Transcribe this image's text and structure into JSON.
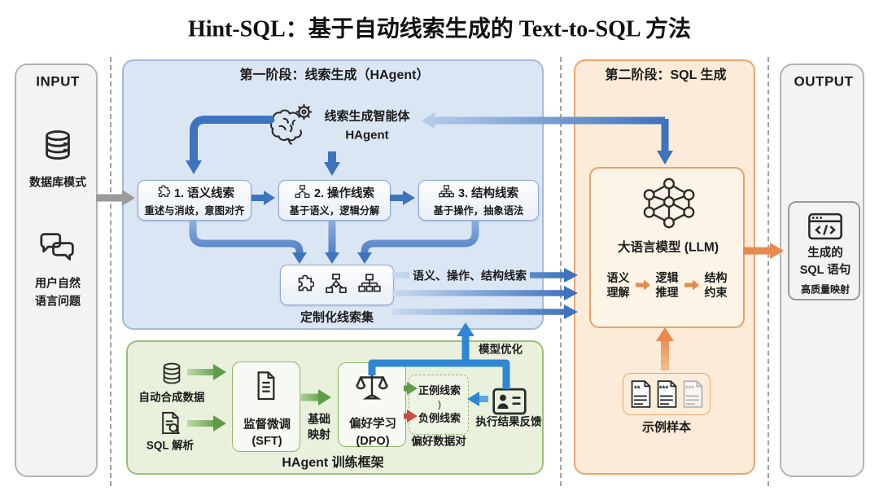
{
  "title": "Hint-SQL：基于自动线索生成的 Text-to-SQL 方法",
  "input_panel": {
    "title": "INPUT",
    "db_label": "数据库模式",
    "question_line1": "用户自然",
    "question_line2": "语言问题"
  },
  "stage1": {
    "title": "第一阶段：线索生成（HAgent）",
    "agent_line1": "线索生成智能体",
    "agent_line2": "HAgent",
    "hint_boxes": [
      {
        "title": "1. 语义线索",
        "subtitle": "重述与消歧，意图对齐"
      },
      {
        "title": "2. 操作线索",
        "subtitle": "基于语义，逻辑分解"
      },
      {
        "title": "3. 结构线索",
        "subtitle": "基于操作，抽象语法"
      }
    ],
    "hint_set_label": "定制化线索集",
    "hints_flow_label": "语义、操作、结构线索"
  },
  "training": {
    "title": "HAgent 训练框架",
    "source1": "自动合成数据",
    "source2": "SQL 解析",
    "sft_line1": "监督微调",
    "sft_line2": "(SFT)",
    "bridge_line1": "基础",
    "bridge_line2": "映射",
    "dpo_line1": "偏好学习",
    "dpo_line2": "(DPO)",
    "positive": "正例线索",
    "pair_separator": ")",
    "negative": "负例线索",
    "pair_label": "偏好数据对",
    "feedback_label": "执行结果反馈",
    "optimize_label": "模型优化"
  },
  "stage2": {
    "title": "第二阶段：SQL 生成",
    "llm_label": "大语言模型 (LLM)",
    "steps": [
      {
        "line1": "语义",
        "line2": "理解"
      },
      {
        "line1": "逻辑",
        "line2": "推理"
      },
      {
        "line1": "结构",
        "line2": "约束"
      }
    ],
    "samples_label": "示例样本",
    "sample_stars": [
      "**",
      "***",
      "***"
    ]
  },
  "output_panel": {
    "title": "OUTPUT",
    "result_line1": "生成的",
    "result_line2": "SQL 语句",
    "result_badge": "高质量映射"
  },
  "colors": {
    "stage1_bg": "#dbe6f4",
    "stage2_bg": "#fcebd9",
    "training_bg": "#e9f1dd",
    "arrow_blue": "#3e73bd",
    "arrow_blue_bright": "#2e86d4",
    "arrow_green": "#5f9c49",
    "arrow_red": "#c74e41",
    "arrow_orange": "#e78a4d",
    "arrow_gray": "#9a9a9a"
  }
}
